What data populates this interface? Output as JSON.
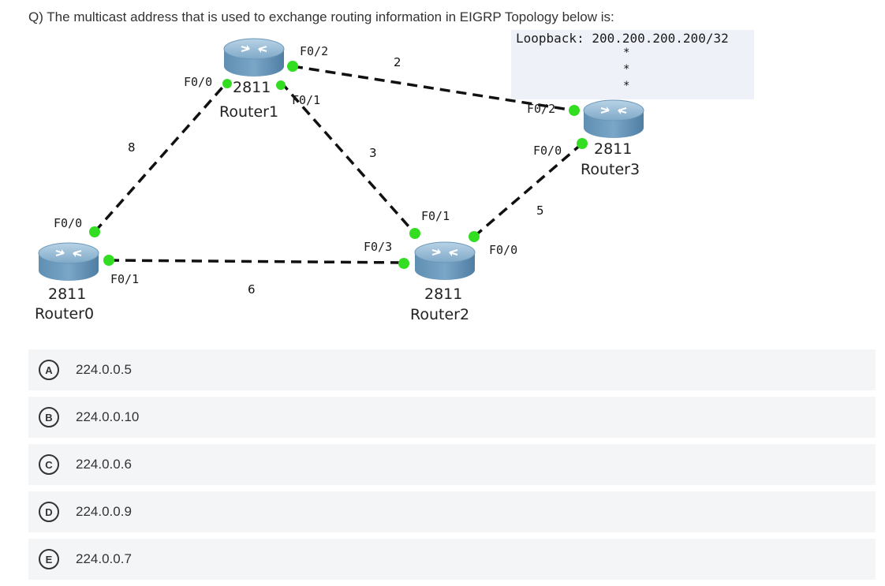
{
  "question": "Q) The multicast address that is used to exchange routing information in EIGRP Topology below is:",
  "topology": {
    "loopback_label": "Loopback: 200.200.200.200/32",
    "loopback_stars": [
      "*",
      "*",
      "*"
    ],
    "routers": {
      "router0": {
        "model": "2811",
        "name": "Router0"
      },
      "router1": {
        "model": "2811",
        "name": "Router1"
      },
      "router2": {
        "model": "2811",
        "name": "Router2"
      },
      "router3": {
        "model": "2811",
        "name": "Router3"
      }
    },
    "interfaces": {
      "r0_f00": "F0/0",
      "r0_f01": "F0/1",
      "r1_f00": "F0/0",
      "r1_f01": "F0/1",
      "r1_f02": "F0/2",
      "r2_f00": "F0/0",
      "r2_f01": "F0/1",
      "r2_f03": "F0/3",
      "r3_f00": "F0/0",
      "r3_f02": "F0/2"
    },
    "link_costs": {
      "r0_r1": "8",
      "r1_r3": "2",
      "r1_r2": "3",
      "r0_r2": "6",
      "r2_r3": "5"
    },
    "colors": {
      "link": "#111111",
      "port": "#33dd22",
      "router": "#5e8fb5"
    }
  },
  "options": [
    {
      "letter": "A",
      "text": "224.0.0.5"
    },
    {
      "letter": "B",
      "text": "224.0.0.10"
    },
    {
      "letter": "C",
      "text": "224.0.0.6"
    },
    {
      "letter": "D",
      "text": "224.0.0.9"
    },
    {
      "letter": "E",
      "text": "224.0.0.7"
    }
  ]
}
